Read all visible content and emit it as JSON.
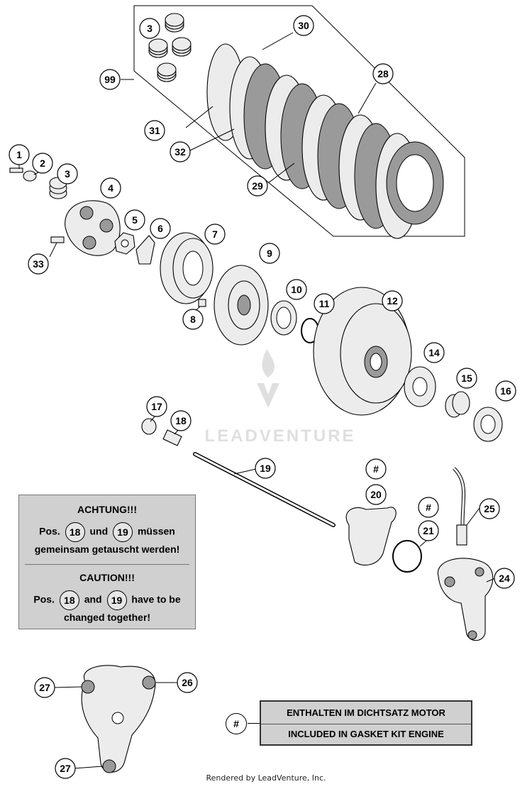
{
  "callouts": [
    "3",
    "30",
    "99",
    "28",
    "31",
    "32",
    "29",
    "1",
    "2",
    "3",
    "4",
    "5",
    "6",
    "7",
    "33",
    "8",
    "9",
    "10",
    "11",
    "12",
    "14",
    "15",
    "16",
    "17",
    "18",
    "19",
    "#",
    "20",
    "#",
    "21",
    "25",
    "24",
    "27",
    "26",
    "27"
  ],
  "watermark": "LEADVENTURE",
  "note": {
    "de_title": "ACHTUNG!!!",
    "de_line1_pre": "Pos.",
    "de_ref1": "18",
    "de_line1_mid": "und",
    "de_ref2": "19",
    "de_line1_post": "müssen",
    "de_line2": "gemeinsam getauscht werden!",
    "en_title": "CAUTION!!!",
    "en_line1_pre": "Pos.",
    "en_ref1": "18",
    "en_line1_mid": "and",
    "en_ref2": "19",
    "en_line1_post": "have to be",
    "en_line2": "changed together!"
  },
  "gasket_legend": {
    "symbol": "#",
    "line1": "ENTHALTEN IM DICHTSATZ MOTOR",
    "line2": "INCLUDED IN GASKET KIT ENGINE"
  },
  "footer": "Rendered by LeadVenture, Inc."
}
